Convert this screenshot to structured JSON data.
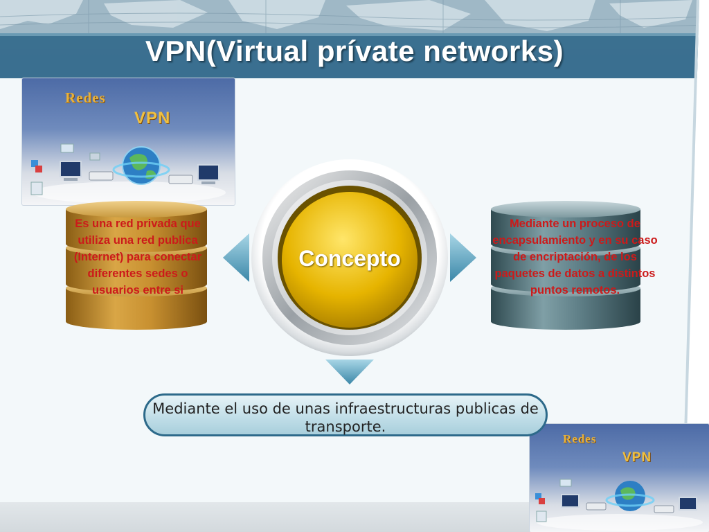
{
  "slide": {
    "title": "VPN(Virtual prívate networks)",
    "center_label": "Concepto",
    "left_text": "Es una red privada que utiliza una red publica (Internet) para conectar diferentes sedes o usuarios entre si",
    "right_text": "Mediante un proceso de encapsulamiento y en su caso de encriptación, de los paquetes de datos a distintos puntos remotos.",
    "bottom_text": "Mediante el uso de unas infraestructuras publicas de transporte.",
    "logo_top": {
      "redes": "Redes",
      "vpn": "VPN"
    },
    "logo_bottom": {
      "redes": "Redes",
      "vpn": "VPN"
    }
  },
  "colors": {
    "header": "#3d7190",
    "left_stack": "#c08a2a",
    "right_stack": "#4f7078",
    "center": "#e8b800",
    "text_red": "#cc1a1a",
    "box_border": "#2d6a8a",
    "arrow": "#3b87a8"
  },
  "icons": [
    "globe-icon",
    "computer-icon",
    "router-icon",
    "arrow-left-icon",
    "arrow-right-icon",
    "arrow-down-icon"
  ]
}
